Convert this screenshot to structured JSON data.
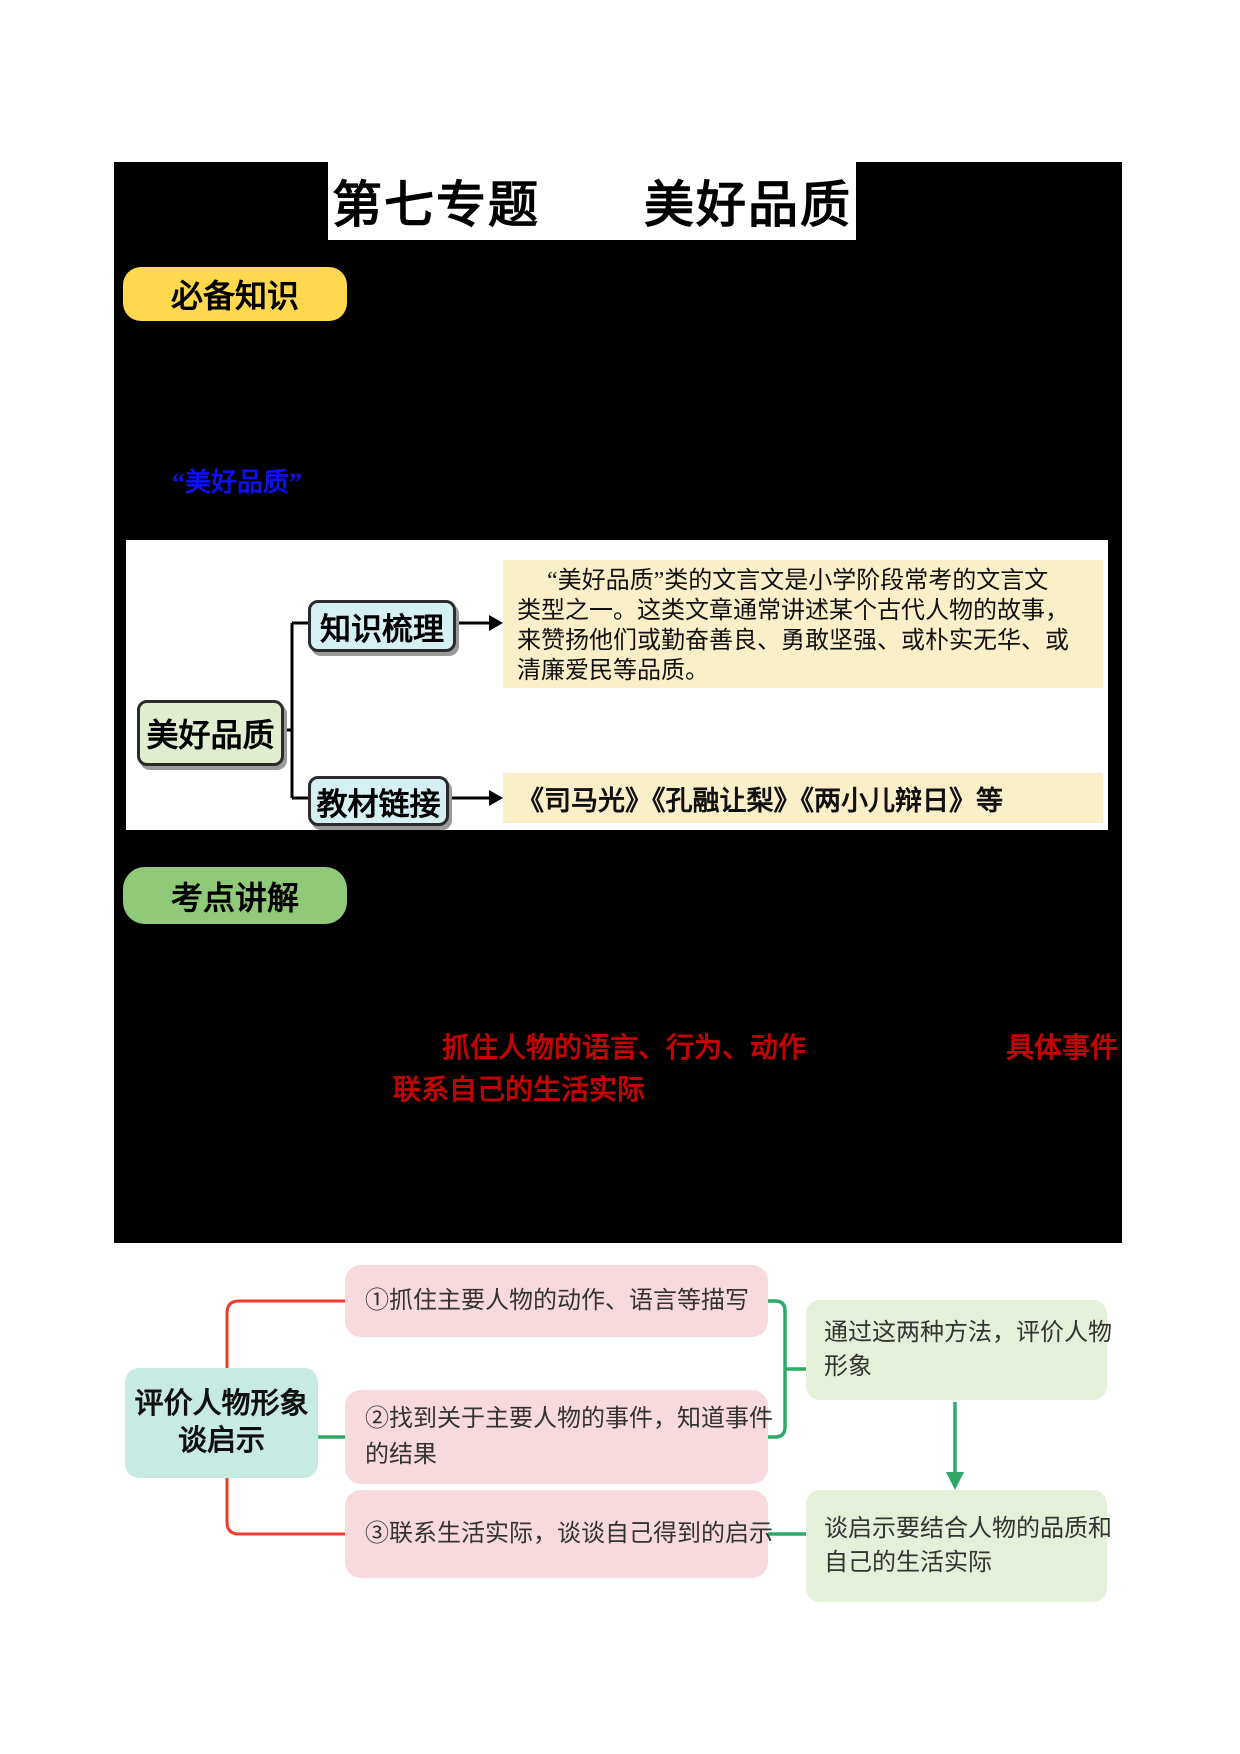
{
  "page_title": "第七专题　　美好品质",
  "badges": {
    "section1": "必备知识",
    "section2": "考点讲解"
  },
  "intro": {
    "quote": "“美好品质”"
  },
  "mindmap": {
    "root": "美好品质",
    "branch1_label": "知识梳理",
    "branch1_lines": [
      "“美好品质”类的文言文是小学阶段常考的文言文",
      "类型之一。这类文章通常讲述某个古代人物的故事，",
      "来赞扬他们或勤奋善良、勇敢坚强、或朴实无华、或",
      "清廉爱民等品质。"
    ],
    "branch2_label": "教材链接",
    "branch2_content": "《司马光》《孔融让梨》《两小儿辩日》等"
  },
  "highlights": {
    "point1": "抓住人物的语言、行为、动作",
    "point2": "具体事件",
    "point3": "联系自己的生活实际"
  },
  "flowchart": {
    "root_lines": [
      "评价人物形象",
      "谈启示"
    ],
    "steps": [
      {
        "lines": [
          "①抓住主要人物的动作、语言等描写"
        ]
      },
      {
        "lines": [
          "②找到关于主要人物的事件，知道事件",
          "的结果"
        ]
      },
      {
        "lines": [
          "③联系生活实际，谈谈自己得到的启示"
        ]
      }
    ],
    "results": [
      {
        "lines": [
          "通过这两种方法，评价人物",
          "形象"
        ]
      },
      {
        "lines": [
          "谈启示要结合人物的品质和",
          "自己的生活实际"
        ]
      }
    ]
  },
  "colors": {
    "badge_yellow": "#FFD84F",
    "badge_green": "#90C978",
    "note_yellow": "#FBEFC9",
    "label_cyan": "#D5F0F2",
    "root_green": "#E0EECF",
    "flow_teal": "#C7EAE3",
    "flow_pink": "#F8D9DE",
    "flow_green": "#E5F0D9",
    "blue_text": "#1010EE",
    "red_text": "#C00404",
    "red_connector": "#F03B2E",
    "green_connector": "#2FA968"
  }
}
